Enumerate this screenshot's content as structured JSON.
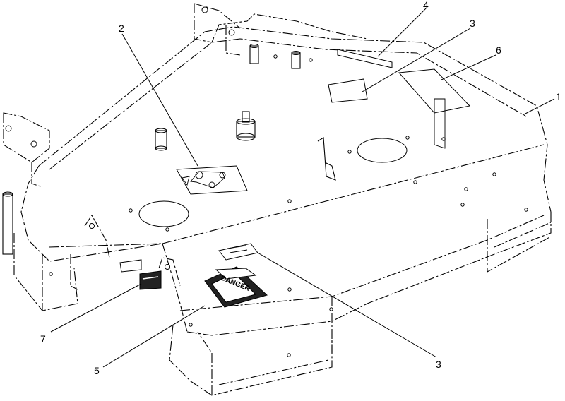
{
  "callouts": {
    "c1": "1",
    "c2": "2",
    "c3a": "3",
    "c3b": "3",
    "c4": "4",
    "c5": "5",
    "c6": "6",
    "c7": "7"
  },
  "decals": {
    "danger_label": "DANGER"
  }
}
